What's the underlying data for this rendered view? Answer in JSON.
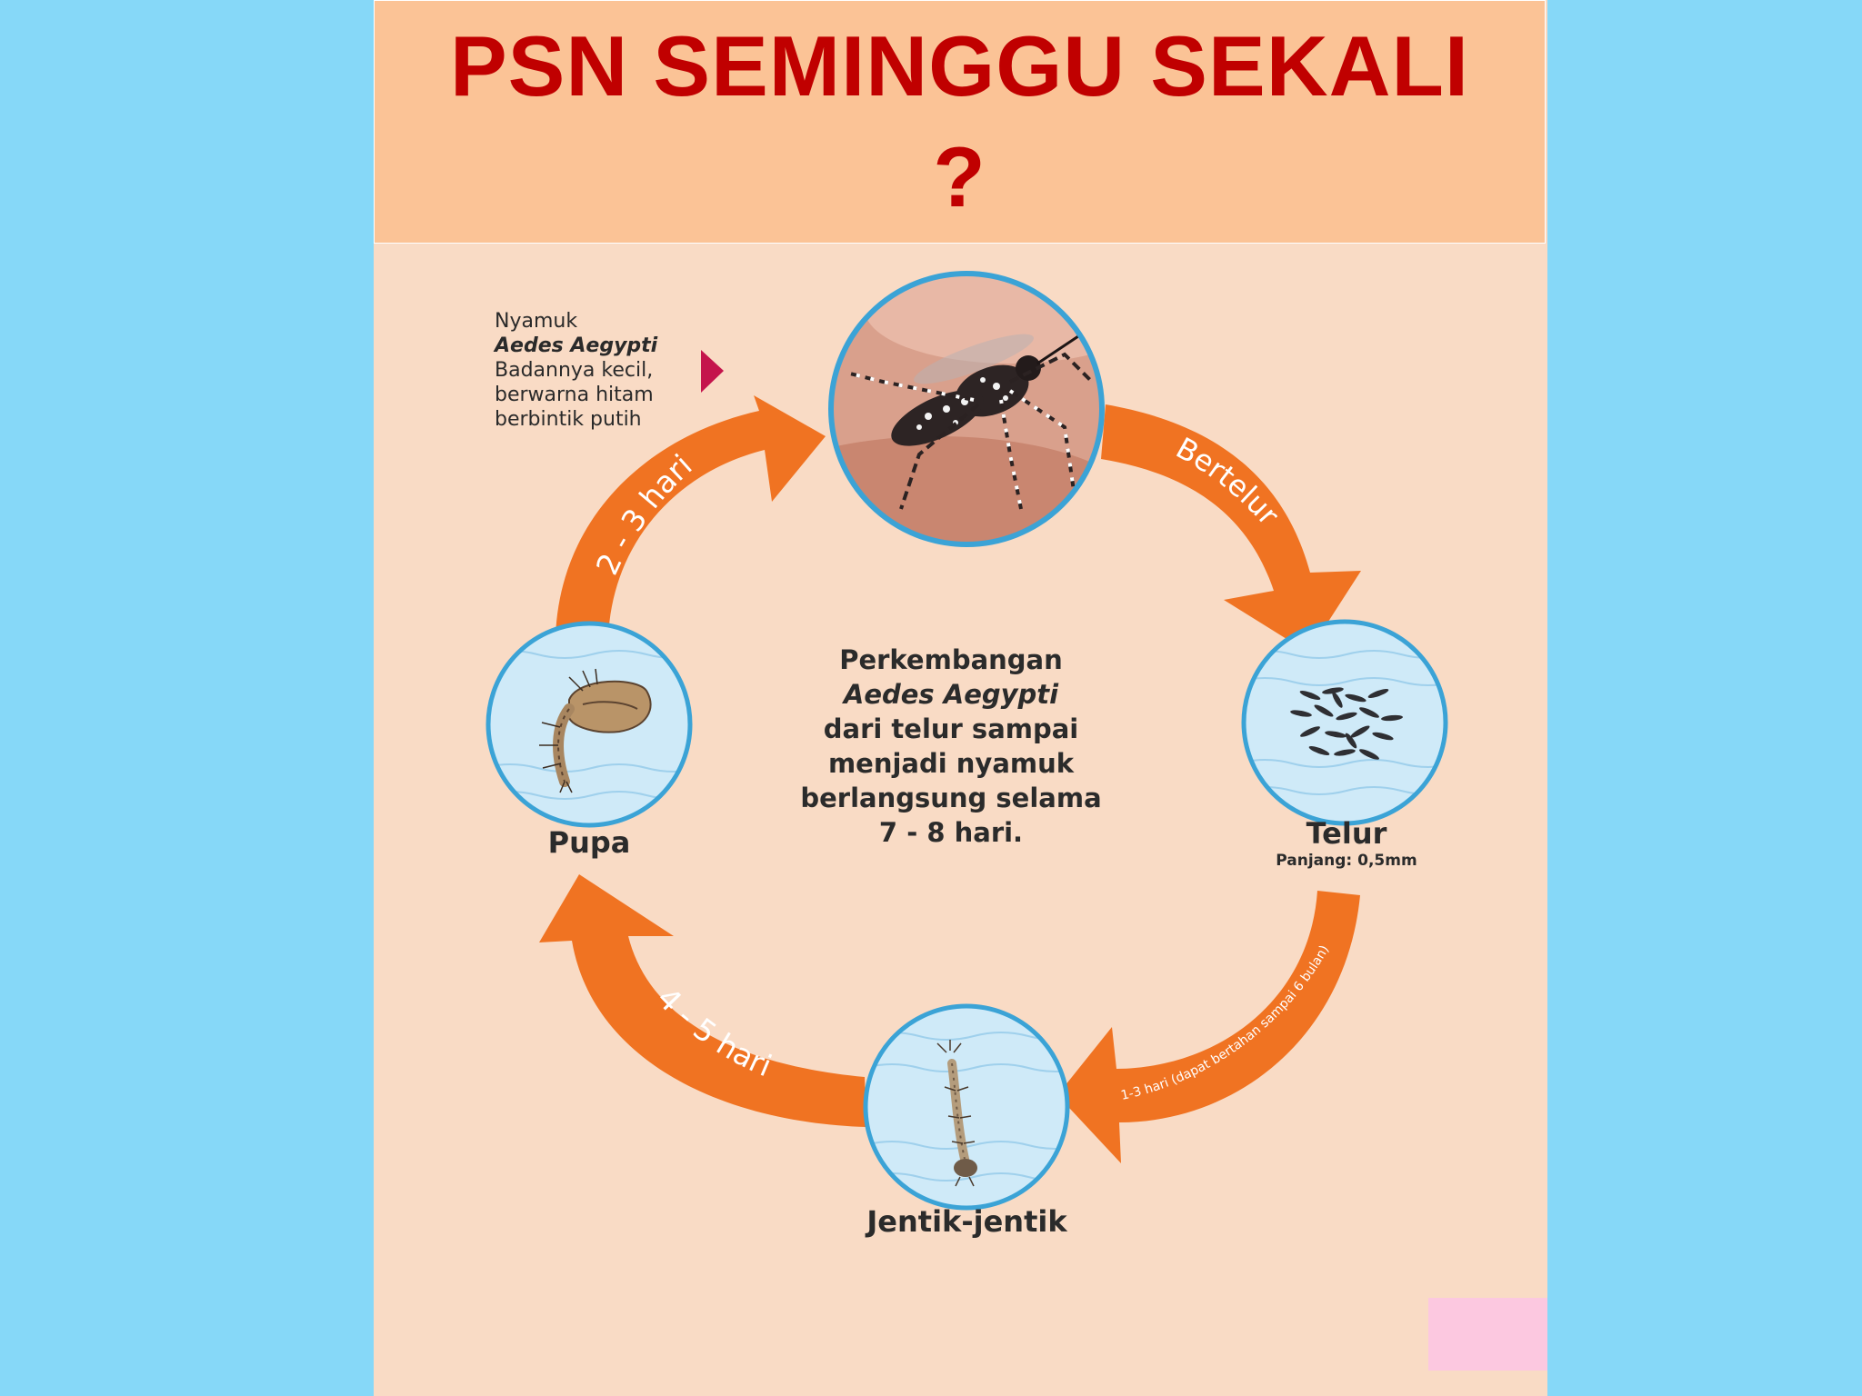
{
  "title": {
    "line1": "PSN SEMINGGU SEKALI",
    "line2": "?"
  },
  "note": {
    "line1": "Nyamuk",
    "line2": "Aedes Aegypti",
    "line3": "Badannya kecil,",
    "line4": "berwarna hitam",
    "line5": "berbintik putih"
  },
  "center": {
    "line1": "Perkembangan",
    "line2": "Aedes Aegypti",
    "line3": "dari telur sampai",
    "line4": "menjadi nyamuk",
    "line5": "berlangsung selama",
    "line6": "7 - 8 hari."
  },
  "stages": {
    "pupa": "Pupa",
    "telur": "Telur",
    "telur_sub": "Panjang: 0,5mm",
    "jentik": "Jentik-jentik"
  },
  "arrows": {
    "bertelur": "Bertelur",
    "telur_to_jentik": "1-3 hari (dapat bertahan sampai 6 bulan)",
    "jentik_to_pupa": "4 - 5 hari",
    "pupa_to_nyamuk": "2 - 3 hari"
  },
  "colors": {
    "background": "#86d8f8",
    "slide": "#f9dbc5",
    "title_box": "#fbc396",
    "title_text": "#c00000",
    "arrow": "#f07322",
    "circle_border": "#3ba3d6",
    "water": "#cfeaf8"
  }
}
